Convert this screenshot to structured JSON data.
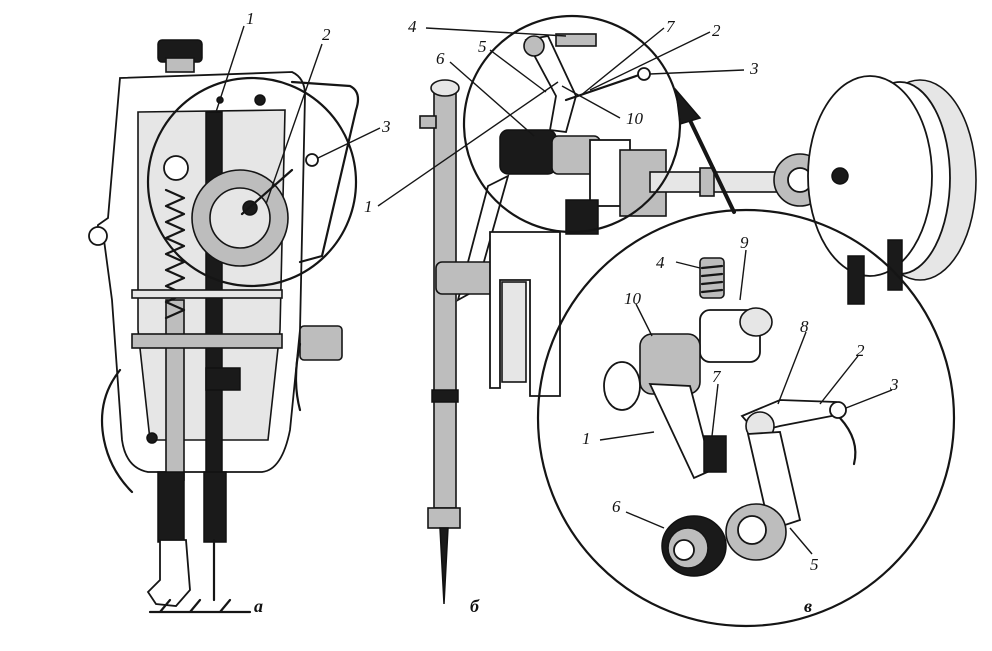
{
  "panels": {
    "a": {
      "label": "а",
      "callouts": [
        "1",
        "2",
        "3"
      ]
    },
    "b": {
      "label": "б",
      "callouts": [
        "4",
        "7",
        "2",
        "5",
        "6",
        "3",
        "10",
        "1"
      ]
    },
    "v": {
      "label": "в",
      "callouts": [
        "4",
        "9",
        "10",
        "8",
        "2",
        "3",
        "7",
        "1",
        "6",
        "5"
      ]
    }
  }
}
